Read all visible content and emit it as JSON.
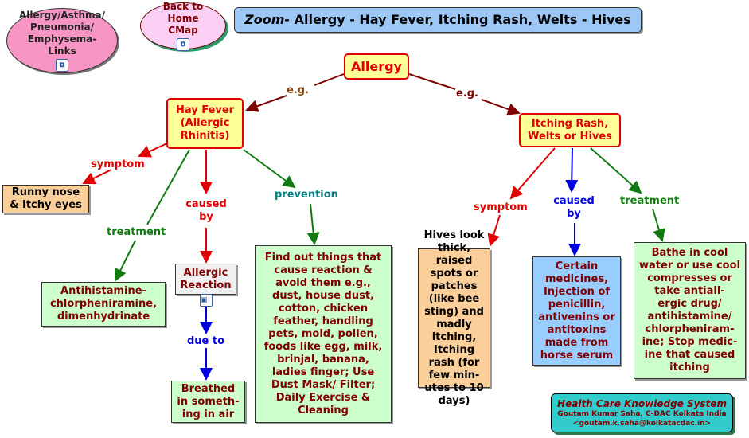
{
  "links_node": {
    "label": "Allergy/Asthma/ Pneumonia/ Emphysema- Links",
    "icon": "cmap-link-icon"
  },
  "back_node": {
    "label": "Back to Home CMap",
    "icon": "cmap-link-icon"
  },
  "title": {
    "zoom": "Zoom-",
    "text": " Allergy - Hay Fever, Itching Rash, Welts - Hives"
  },
  "nodes": {
    "allergy": "Allergy",
    "hay_fever": "Hay Fever (Allergic Rhinitis)",
    "itching": "Itching Rash, Welts or Hives",
    "runny": "Runny nose & Itchy eyes",
    "antihistamine": "Antihistamine- chlorpheniramine, dimenhydrinate",
    "allergic_reaction": "Allergic Reaction",
    "breathed": "Breathed in someth- ing in air",
    "find_out": "Find out things that cause reaction & avoid them e.g., dust, house dust, cotton, chicken feather, handling pets, mold, pollen, foods like egg, milk, brinjal, banana, ladies finger; Use Dust Mask/ Filter; Daily Exercise & Cleaning",
    "hives": "Hives look thick, raised spots or patches (like bee sting) and madly itching, Itching rash (for few min- utes to 10 days)",
    "certain": "Certain medicines, Injection of penicillin, antivenins or antitoxins made from horse serum",
    "bathe": "Bathe in cool water or use cool compresses or take antiall- ergic drug/ antihistamine/ chlorpheniram- ine; Stop medic- ine that caused itching"
  },
  "links": {
    "eg_left": "e.g.",
    "eg_right": "e.g.",
    "symptom_left": "symptom",
    "treatment_left": "treatment",
    "caused_by_left": "caused by",
    "prevention": "prevention",
    "due_to": "due to",
    "symptom_right": "symptom",
    "caused_by_right": "caused by",
    "treatment_right": "treatment"
  },
  "footer": {
    "title": "Health Care Knowledge System",
    "author": "Goutam Kumar Saha, C-DAC Kolkata India",
    "email": "<goutam.k.saha@kolkatacdac.in>"
  },
  "colors": {
    "red": "#e00000",
    "darkred": "#800000",
    "green": "#117a11",
    "blue": "#0000e0",
    "teal": "#008080"
  }
}
